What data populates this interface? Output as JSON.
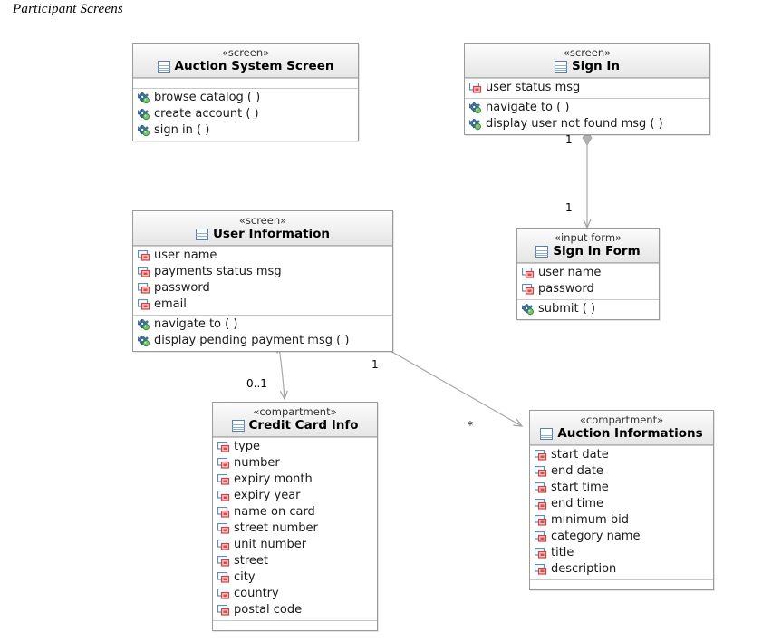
{
  "diagram": {
    "title": "Participant Screens"
  },
  "icons": {
    "class": "class-icon",
    "attribute": "attribute-icon",
    "operation": "operation-icon"
  },
  "classes": [
    {
      "id": "auction-system-screen",
      "stereotype": "«screen»",
      "name": "Auction System Screen",
      "attributes": [],
      "operations": [
        "browse catalog ( )",
        "create account ( )",
        "sign in ( )"
      ],
      "empty_attribute_compartment": true,
      "empty_trailing_compartment": false
    },
    {
      "id": "sign-in",
      "stereotype": "«screen»",
      "name": "Sign In",
      "attributes": [
        "user status msg"
      ],
      "operations": [
        "navigate to ( )",
        "display user not found msg ( )"
      ],
      "empty_attribute_compartment": false,
      "empty_trailing_compartment": false
    },
    {
      "id": "user-information",
      "stereotype": "«screen»",
      "name": "User Information",
      "attributes": [
        "user name",
        "payments status msg",
        "password",
        "email"
      ],
      "operations": [
        "navigate to ( )",
        "display pending payment msg ( )"
      ],
      "empty_attribute_compartment": false,
      "empty_trailing_compartment": false
    },
    {
      "id": "sign-in-form",
      "stereotype": "«input form»",
      "name": "Sign In Form",
      "attributes": [
        "user name",
        "password"
      ],
      "operations": [
        "submit ( )"
      ],
      "empty_attribute_compartment": false,
      "empty_trailing_compartment": false
    },
    {
      "id": "credit-card-info",
      "stereotype": "«compartment»",
      "name": "Credit Card Info",
      "attributes": [
        "type",
        "number",
        "expiry month",
        "expiry year",
        "name on card",
        "street number",
        "unit number",
        "street",
        "city",
        "country",
        "postal code"
      ],
      "operations": [],
      "empty_attribute_compartment": false,
      "empty_trailing_compartment": true
    },
    {
      "id": "auction-informations",
      "stereotype": "«compartment»",
      "name": "Auction Informations",
      "attributes": [
        "start date",
        "end date",
        "start time",
        "end time",
        "minimum bid",
        "category name",
        "title",
        "description"
      ],
      "operations": [],
      "empty_attribute_compartment": false,
      "empty_trailing_compartment": true
    }
  ],
  "associations": [
    {
      "id": "signin-to-signinform",
      "source": "sign-in",
      "target": "sign-in-form",
      "source_multiplicity": "1",
      "target_multiplicity": "1",
      "kind": "aggregation"
    },
    {
      "id": "userinfo-to-creditcard",
      "source": "user-information",
      "target": "credit-card-info",
      "source_multiplicity": "1",
      "target_multiplicity": "0..1",
      "kind": "aggregation"
    },
    {
      "id": "userinfo-to-auctioninfo",
      "source": "user-information",
      "target": "auction-informations",
      "source_multiplicity": "1",
      "target_multiplicity": "*",
      "kind": "aggregation"
    }
  ],
  "colors": {
    "box_border": "#9a9a9a",
    "header_gradient_top": "#fdfdfd",
    "header_gradient_bottom": "#e6e6e6",
    "connector": "#a8a8a8",
    "attribute_icon_accent": "#d94b4b",
    "operation_icon_accent": "#56b356"
  }
}
